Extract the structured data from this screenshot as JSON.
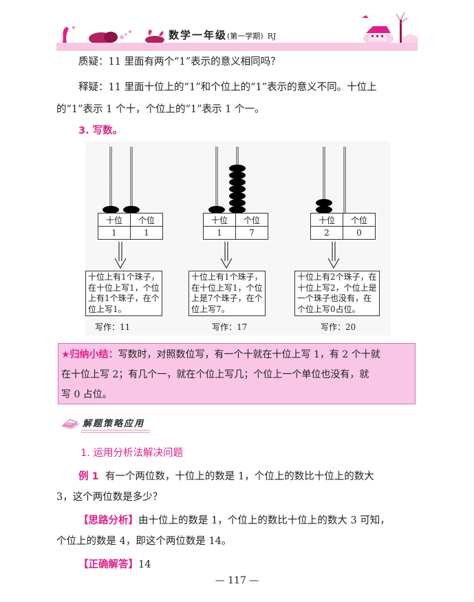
{
  "header": {
    "title": "数学一年级",
    "semester": "(第一学期)",
    "edition": "RJ",
    "band_color": "#f6c8e3"
  },
  "qa": {
    "question": "质疑：11 里面有两个“1”表示的意义相同吗？",
    "answer_line1": "释疑：11 里面十位上的“1”和个位上的“1”表示的意义不同。十位上",
    "answer_line2": "的“1”表示 1 个十，个位上的“1”表示 1 个一。"
  },
  "section3": {
    "title": "3. 写数。"
  },
  "abacus_examples": [
    {
      "tens_label": "十位",
      "ones_label": "个位",
      "tens_value": "1",
      "ones_value": "1",
      "tens_beads": 1,
      "ones_beads": 1,
      "explanation": [
        "十位上有1个珠子，",
        "在十位上写1，个位",
        "上有1个珠子，在个",
        "位上写1。"
      ],
      "result": "写作：11"
    },
    {
      "tens_label": "十位",
      "ones_label": "个位",
      "tens_value": "1",
      "ones_value": "7",
      "tens_beads": 1,
      "ones_beads": 7,
      "explanation": [
        "十位上有1个珠子，",
        "在十位上写1，个位",
        "上是7个珠子，在个",
        "位上写7。"
      ],
      "result": "写作：17"
    },
    {
      "tens_label": "十位",
      "ones_label": "个位",
      "tens_value": "2",
      "ones_value": "0",
      "tens_beads": 2,
      "ones_beads": 0,
      "explanation": [
        "十位上有2个珠子，在",
        "十位上写2，个位上是",
        "一个珠子也没有，在",
        "个位上写0占位。"
      ],
      "result": "写作：20"
    }
  ],
  "summary": {
    "label": "★归纳小结：",
    "line1": "写数时，对照数位写，有一个十就在十位上写 1，有 2 个十就",
    "line2": "在十位上写 2；有几个一，就在个位上写几；个位上一个单位也没有，就",
    "line3": "写 0 占位。",
    "bg_color": "#f9c6e6",
    "accent_color": "#e0208a"
  },
  "strategy": {
    "title": "解题策略应用",
    "subtitle": "1. 运用分析法解决问题"
  },
  "example1": {
    "label": "例 1",
    "line1": "有一个两位数，十位上的数是 1，个位上的数比十位上的数大",
    "line2": "3，这个两位数是多少？"
  },
  "analysis": {
    "label": "【思路分析】",
    "line1": "由十位上的数是 1，个位上的数比十位上的数大 3 可知，",
    "line2": "个位上的数是 4，即这个两位数是 14。"
  },
  "answer": {
    "label": "【正确解答】",
    "value": "14"
  },
  "page_number": "— 117 —"
}
